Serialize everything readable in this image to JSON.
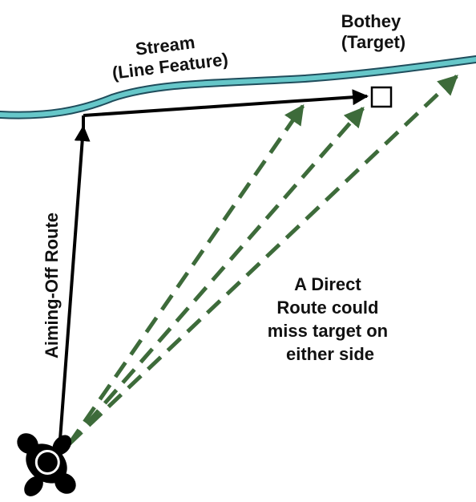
{
  "labels": {
    "stream_line1": "Stream",
    "stream_line2": "(Line Feature)",
    "bothey_line1": "Bothey",
    "bothey_line2": "(Target)",
    "aiming_off": "Aiming-Off Route",
    "direct_line1": "A Direct",
    "direct_line2": "Route could",
    "direct_line3": "miss target on",
    "direct_line4": "either side"
  },
  "colors": {
    "stream": "#66c7c9",
    "stream_outline": "#1f4d5c",
    "direct_route": "#3d6b3a",
    "aiming_route": "#000000",
    "target_fill": "#ffffff"
  },
  "icons": {
    "walker": "walker-icon",
    "target": "target-square-icon"
  }
}
